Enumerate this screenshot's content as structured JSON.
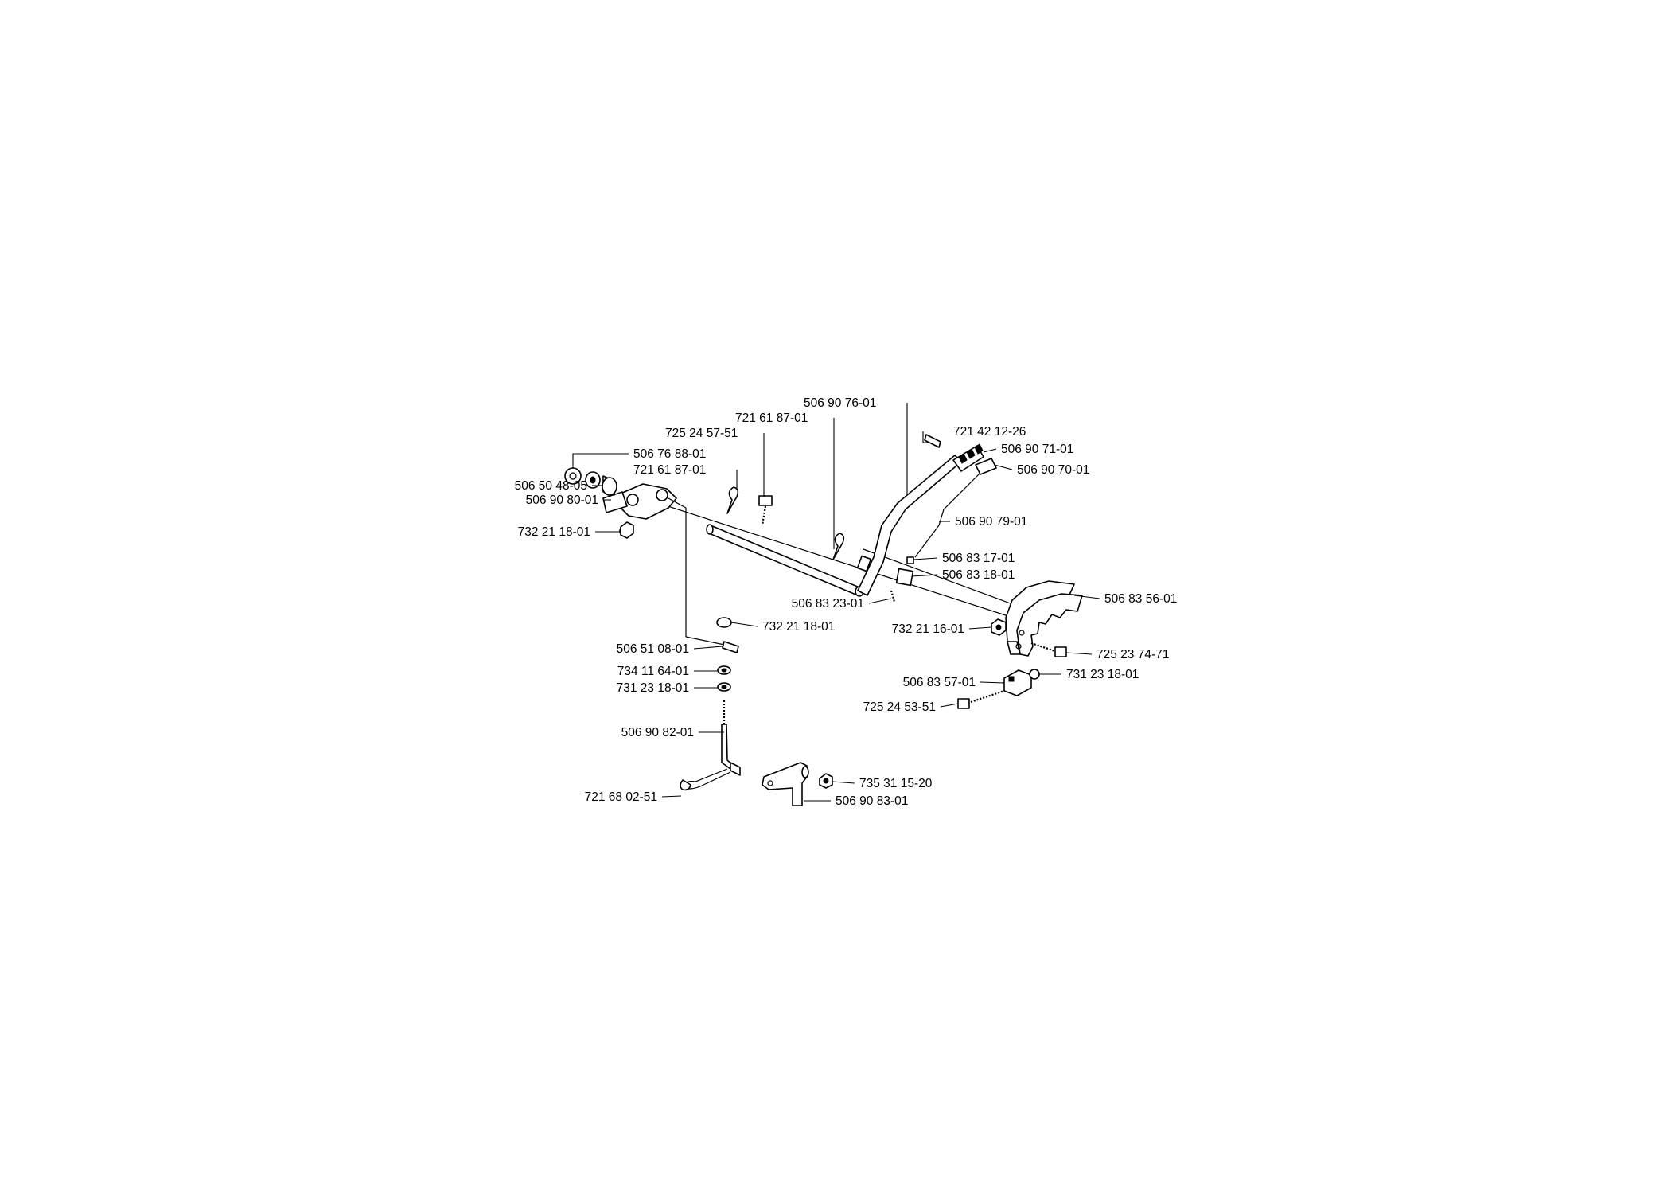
{
  "diagram": {
    "callouts": [
      {
        "id": "c01",
        "text": "506 90 76-01"
      },
      {
        "id": "c02",
        "text": "721 61 87-01"
      },
      {
        "id": "c03",
        "text": "725 24 57-51"
      },
      {
        "id": "c04",
        "text": "721 42 12-26"
      },
      {
        "id": "c05",
        "text": "506 90 71-01"
      },
      {
        "id": "c06",
        "text": "506 76 88-01"
      },
      {
        "id": "c07",
        "text": "721 61 87-01"
      },
      {
        "id": "c08",
        "text": "506 90 70-01"
      },
      {
        "id": "c09",
        "text": "506 50 48-05"
      },
      {
        "id": "c10",
        "text": "506 90 80-01"
      },
      {
        "id": "c11",
        "text": "732 21 18-01"
      },
      {
        "id": "c12",
        "text": "506 90 79-01"
      },
      {
        "id": "c13",
        "text": "506 83 17-01"
      },
      {
        "id": "c14",
        "text": "506 83 18-01"
      },
      {
        "id": "c15",
        "text": "506 83 23-01"
      },
      {
        "id": "c16",
        "text": "506 83 56-01"
      },
      {
        "id": "c17",
        "text": "732 21 18-01"
      },
      {
        "id": "c18",
        "text": "732 21 16-01"
      },
      {
        "id": "c19",
        "text": "506 51 08-01"
      },
      {
        "id": "c20",
        "text": "725 23 74-71"
      },
      {
        "id": "c21",
        "text": "734 11 64-01"
      },
      {
        "id": "c22",
        "text": "731 23 18-01"
      },
      {
        "id": "c23",
        "text": "506 83 57-01"
      },
      {
        "id": "c24",
        "text": "731 23 18-01"
      },
      {
        "id": "c25",
        "text": "725 24 53-51"
      },
      {
        "id": "c26",
        "text": "506 90 82-01"
      },
      {
        "id": "c27",
        "text": "735 31 15-20"
      },
      {
        "id": "c28",
        "text": "721 68 02-51"
      },
      {
        "id": "c29",
        "text": "506 90 83-01"
      }
    ]
  }
}
